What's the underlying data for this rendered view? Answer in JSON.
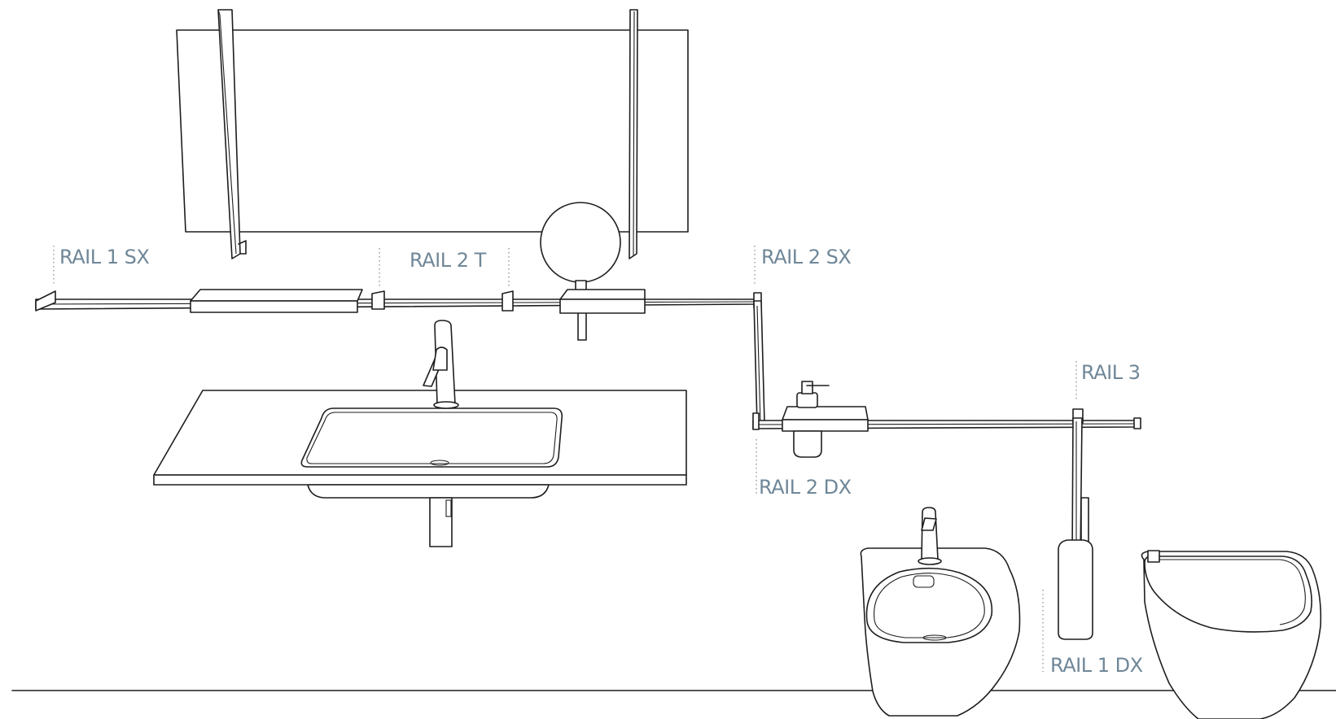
{
  "colors": {
    "label": "#6f8798",
    "line": "#1e1e1e",
    "leader": "#888888",
    "background": "#ffffff"
  },
  "labels": {
    "rail_1_sx": "RAIL 1 SX",
    "rail_2_t": "RAIL 2 T",
    "rail_2_sx": "RAIL 2 SX",
    "rail_2_dx": "RAIL 2 DX",
    "rail_3": "RAIL 3",
    "rail_1_dx": "RAIL 1 DX"
  }
}
